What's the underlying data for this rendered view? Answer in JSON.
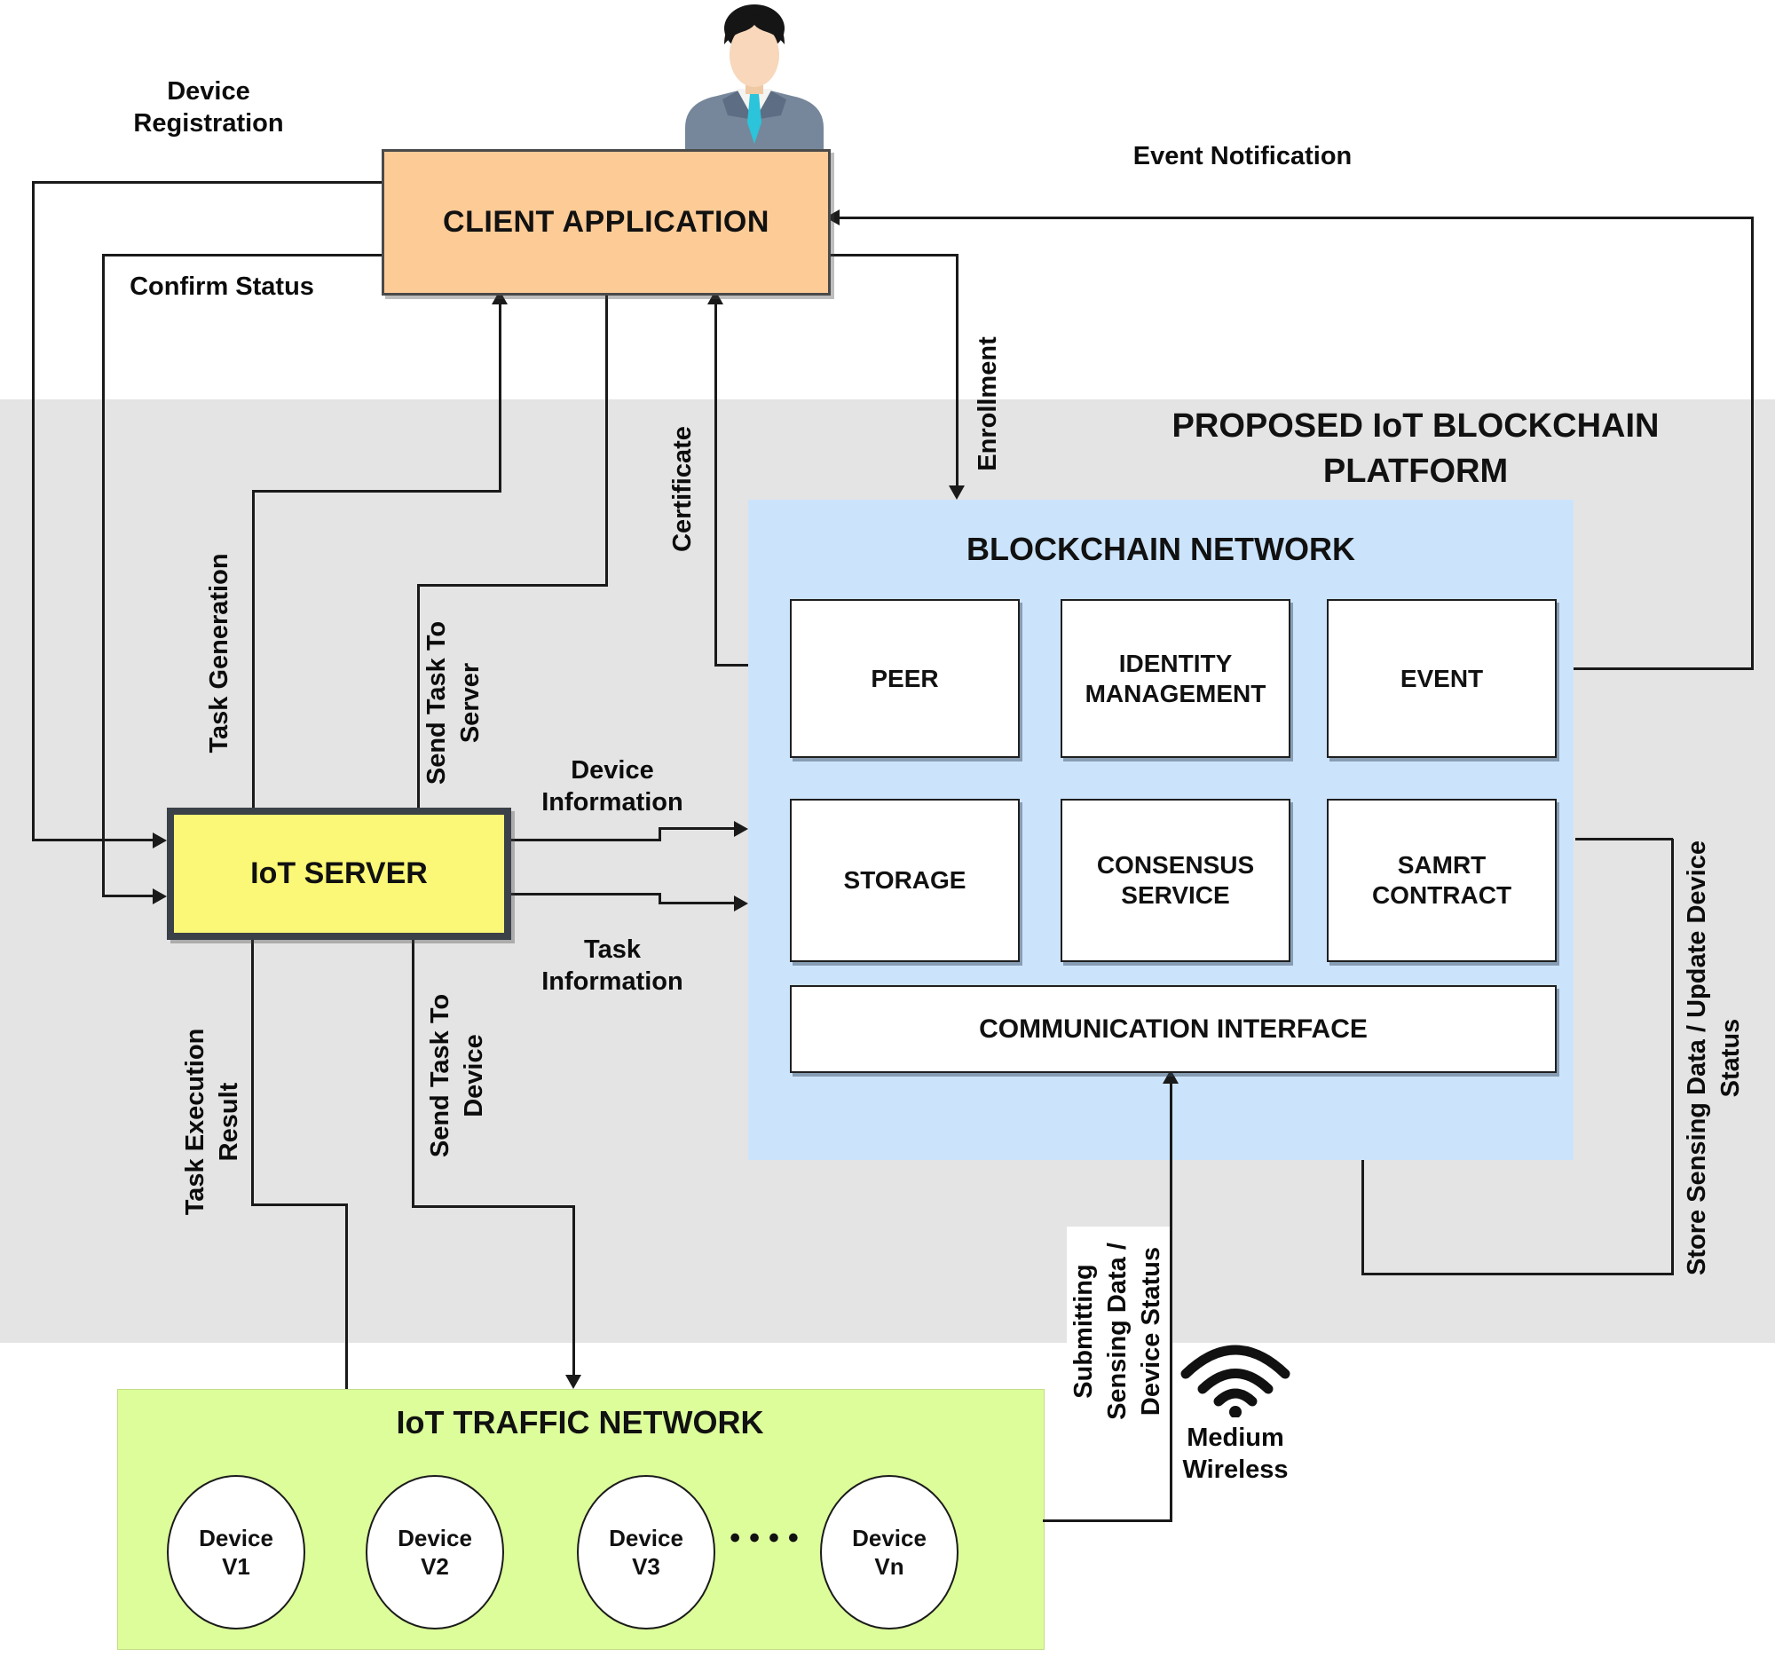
{
  "colors": {
    "platform_background": "#E4E4E4",
    "blockchain_panel": "#CCE4FB",
    "traffic_panel": "#DCFD9A",
    "client_box": "#FDCB96",
    "server_box": "#FAF876",
    "component_box": "#FFFFFF",
    "wire": "#1A1A1A",
    "tie": "#2BC4DA",
    "suit": "#76879B",
    "skin": "#F8D7BB"
  },
  "nodes": {
    "client_application": {
      "label": "CLIENT APPLICATION"
    },
    "iot_server": {
      "label": "IoT SERVER"
    },
    "platform": {
      "title": "PROPOSED IoT BLOCKCHAIN\nPLATFORM"
    },
    "blockchain": {
      "title": "BLOCKCHAIN NETWORK",
      "components": {
        "peer": "PEER",
        "identity": "IDENTITY\nMANAGEMENT",
        "event": "EVENT",
        "storage": "STORAGE",
        "consensus": "CONSENSUS\nSERVICE",
        "smart_contract": "SAMRT\nCONTRACT",
        "communication": "COMMUNICATION INTERFACE"
      }
    },
    "traffic": {
      "title": "IoT TRAFFIC NETWORK",
      "devices": [
        "Device\nV1",
        "Device\nV2",
        "Device\nV3",
        "Device\nVn"
      ],
      "ellipsis": "••••"
    }
  },
  "edge_labels": {
    "device_registration": "Device\nRegistration",
    "confirm_status": "Confirm Status",
    "event_notification": "Event Notification",
    "enrollment": "Enrollment",
    "certificate": "Certificate",
    "task_generation": "Task Generation",
    "send_task_to_server": "Send Task To\nServer",
    "device_information": "Device\nInformation",
    "task_information": "Task\nInformation",
    "task_execution_result": "Task Execution\nResult",
    "send_task_to_device": "Send Task To\nDevice",
    "submitting_sensing": "Submitting\nSensing Data /\nDevice Status",
    "store_sensing": "Store Sensing Data / Update Device\nStatus",
    "medium_wireless": "Medium\nWireless"
  }
}
